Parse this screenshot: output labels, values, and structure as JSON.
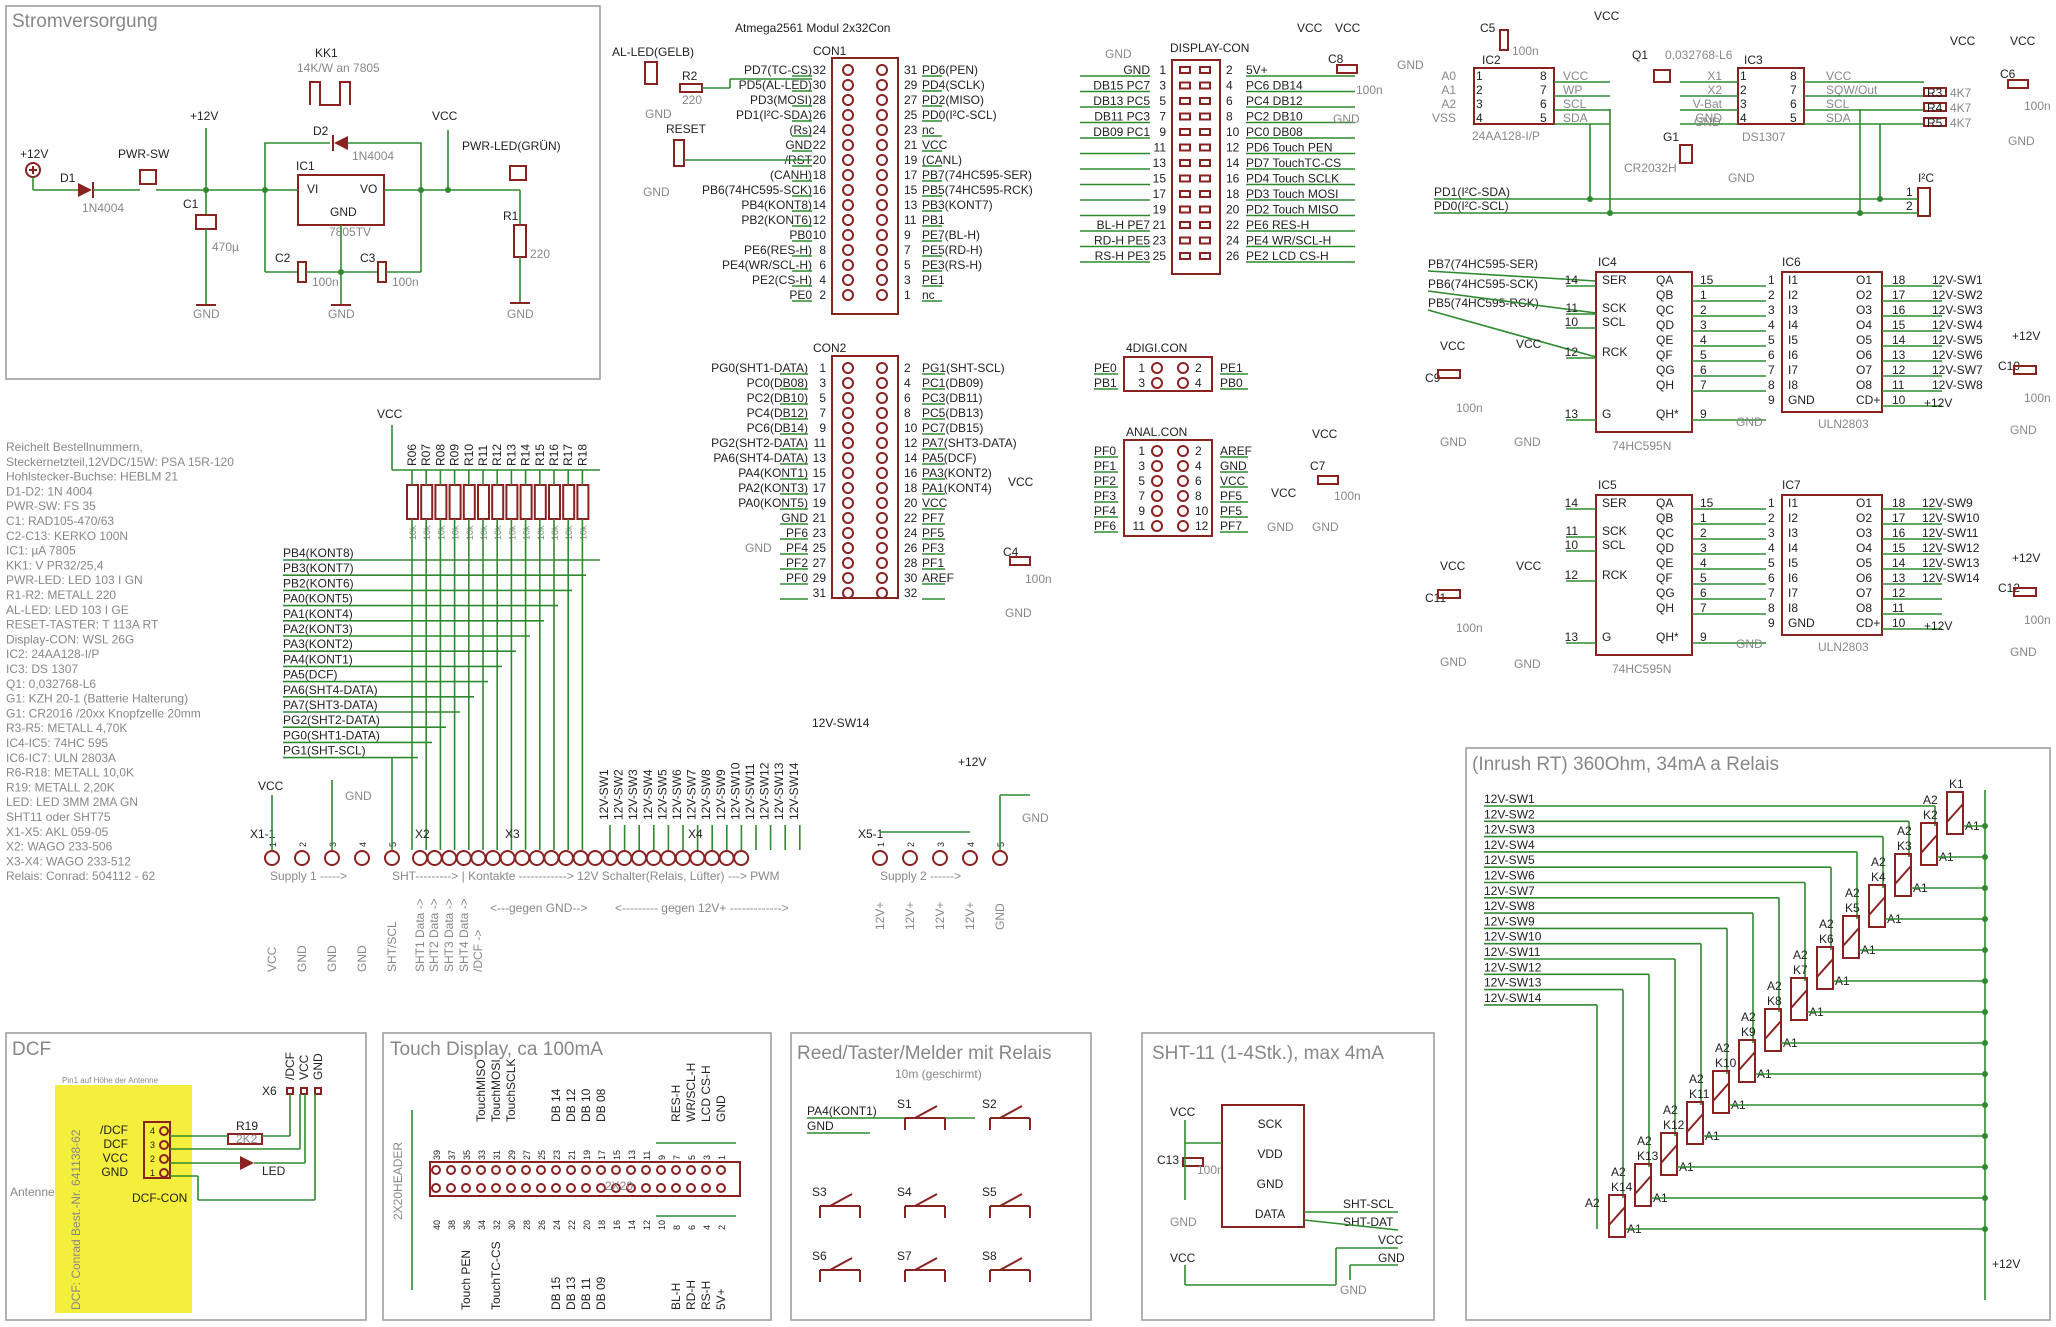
{
  "frames": [
    {
      "id": "power",
      "title": "Stromversorgung"
    },
    {
      "id": "dcf",
      "title": "DCF"
    },
    {
      "id": "touch",
      "title": "Touch Display, ca 100mA"
    },
    {
      "id": "reed",
      "title": "Reed/Taster/Melder mit Relais"
    },
    {
      "id": "sht",
      "title": "SHT-11 (1-4Stk.), max 4mA"
    },
    {
      "id": "relay",
      "title": "(Inrush RT) 360Ohm, 34mA a Relais"
    }
  ],
  "power": {
    "plus12": "+12V",
    "d1": "D1",
    "d1v": "1N4004",
    "pwrsw": "PWR-SW",
    "c1": "C1",
    "c1v": "470µ",
    "kk1": "KK1",
    "kk1v": "14K/W an 7805",
    "d2": "D2",
    "d2v": "1N4004",
    "ic1": "IC1",
    "vi": "VI",
    "vo": "VO",
    "gnd": "GND",
    "ic1v": "7805TV",
    "c2": "C2",
    "c2v": "100n",
    "c3": "C3",
    "c3v": "100n",
    "vcc": "VCC",
    "pwrled": "PWR-LED(GRÜN)",
    "r1": "R1",
    "r1v": "220",
    "plus12b": "+12V"
  },
  "bom": [
    "Reichelt Bestellnummern,",
    "Steckernetzteil,12VDC/15W: PSA 15R-120",
    "Hohlstecker-Buchse: HEBLM 21",
    "D1-D2: 1N 4004",
    "PWR-SW: FS 35",
    "C1: RAD105-470/63",
    "C2-C13: KERKO 100N",
    "IC1: µA 7805",
    "KK1: V PR32/25,4",
    "PWR-LED: LED 103 I GN",
    "R1-R2: METALL 220",
    "AL-LED: LED 103 I GE",
    "RESET-TASTER: T 113A RT",
    "Display-CON: WSL 26G",
    "IC2: 24AA128-I/P",
    "IC3: DS 1307",
    "Q1: 0,032768-L6",
    "G1: KZH 20-1 (Batterie Halterung)",
    "G1: CR2016 /20xx Knopfzelle 20mm",
    "R3-R5: METALL 4,70K",
    "IC4-IC5: 74HC 595",
    "IC6-IC7: ULN 2803A",
    "R6-R18: METALL 10,0K",
    "R19: METALL 2,20K",
    "LED: LED 3MM 2MA GN",
    "SHT11 oder SHT75",
    "X1-X5: AKL 059-05",
    "X2: WAGO 233-506",
    "X3-X4: WAGO 233-512",
    "Relais: Conrad: 504112 - 62"
  ],
  "con1": {
    "title": "Atmega2561 Modul 2x32Con",
    "name": "CON1",
    "al_led": "AL-LED(GELB)",
    "r2": "R2",
    "r2v": "220",
    "reset": "RESET",
    "left": [
      [
        "PD7(TC-CS)",
        "32"
      ],
      [
        "PD5(AL-LED)",
        "30"
      ],
      [
        "PD3(MOSI)",
        "28"
      ],
      [
        "PD1(I²C-SDA)",
        "26"
      ],
      [
        "(Rs)",
        "24"
      ],
      [
        "GND",
        "22"
      ],
      [
        "/RST",
        "20"
      ],
      [
        "(CANH)",
        "18"
      ],
      [
        "PB6(74HC595-SCK)",
        "16"
      ],
      [
        "PB4(KONT8)",
        "14"
      ],
      [
        "PB2(KONT6)",
        "12"
      ],
      [
        "PB0",
        "10"
      ],
      [
        "PE6(RES-H)",
        "8"
      ],
      [
        "PE4(WR/SCL-H)",
        "6"
      ],
      [
        "PE2(CS-H)",
        "4"
      ],
      [
        "PE0",
        "2"
      ]
    ],
    "right": [
      [
        "31",
        "PD6(PEN)"
      ],
      [
        "29",
        "PD4(SCLK)"
      ],
      [
        "27",
        "PD2(MISO)"
      ],
      [
        "25",
        "PD0(I²C-SCL)"
      ],
      [
        "23",
        "nc"
      ],
      [
        "21",
        "VCC"
      ],
      [
        "19",
        "(CANL)"
      ],
      [
        "17",
        "PB7(74HC595-SER)"
      ],
      [
        "15",
        "PB5(74HC595-RCK)"
      ],
      [
        "13",
        "PB3(KONT7)"
      ],
      [
        "11",
        "PB1"
      ],
      [
        "9",
        "PE7(BL-H)"
      ],
      [
        "7",
        "PE5(RD-H)"
      ],
      [
        "5",
        "PE3(RS-H)"
      ],
      [
        "3",
        "PE1"
      ],
      [
        "1",
        "nc"
      ]
    ]
  },
  "con2": {
    "name": "CON2",
    "vcc": "VCC",
    "c4": "C4",
    "c4v": "100n",
    "gnd": "GND",
    "left": [
      [
        "PG0(SHT1-DATA)",
        "1"
      ],
      [
        "PC0(DB08)",
        "3"
      ],
      [
        "PC2(DB10)",
        "5"
      ],
      [
        "PC4(DB12)",
        "7"
      ],
      [
        "PC6(DB14)",
        "9"
      ],
      [
        "PG2(SHT2-DATA)",
        "11"
      ],
      [
        "PA6(SHT4-DATA)",
        "13"
      ],
      [
        "PA4(KONT1)",
        "15"
      ],
      [
        "PA2(KONT3)",
        "17"
      ],
      [
        "PA0(KONT5)",
        "19"
      ],
      [
        "GND",
        "21"
      ],
      [
        "PF6",
        "23"
      ],
      [
        "PF4",
        "25"
      ],
      [
        "PF2",
        "27"
      ],
      [
        "PF0",
        "29"
      ],
      [
        "",
        "31"
      ]
    ],
    "right": [
      [
        "2",
        "PG1(SHT-SCL)"
      ],
      [
        "4",
        "PC1(DB09)"
      ],
      [
        "6",
        "PC3(DB11)"
      ],
      [
        "8",
        "PC5(DB13)"
      ],
      [
        "10",
        "PC7(DB15)"
      ],
      [
        "12",
        "PA7(SHT3-DATA)"
      ],
      [
        "14",
        "PA5(DCF)"
      ],
      [
        "16",
        "PA3(KONT2)"
      ],
      [
        "18",
        "PA1(KONT4)"
      ],
      [
        "20",
        "VCC"
      ],
      [
        "22",
        "PF7"
      ],
      [
        "24",
        "PF5"
      ],
      [
        "26",
        "PF3"
      ],
      [
        "28",
        "PF1"
      ],
      [
        "30",
        "AREF"
      ],
      [
        "32",
        ""
      ]
    ]
  },
  "display": {
    "title": "DISPLAY-CON",
    "gnd": "GND",
    "vcc": "VCC",
    "c8": "C8",
    "c8v": "100n",
    "left": [
      [
        "GND",
        "1"
      ],
      [
        "DB15 PC7",
        "3"
      ],
      [
        "DB13 PC5",
        "5"
      ],
      [
        "DB11 PC3",
        "7"
      ],
      [
        "DB09 PC1",
        "9"
      ],
      [
        "",
        "11"
      ],
      [
        "",
        "13"
      ],
      [
        "",
        "15"
      ],
      [
        "",
        "17"
      ],
      [
        "",
        "19"
      ],
      [
        "BL-H PE7",
        "21"
      ],
      [
        "RD-H PE5",
        "23"
      ],
      [
        "RS-H PE3",
        "25"
      ]
    ],
    "right": [
      [
        "2",
        "5V+"
      ],
      [
        "4",
        "PC6 DB14"
      ],
      [
        "6",
        "PC4 DB12"
      ],
      [
        "8",
        "PC2 DB10"
      ],
      [
        "10",
        "PC0 DB08"
      ],
      [
        "12",
        "PD6 Touch PEN"
      ],
      [
        "14",
        "PD7 TouchTC-CS"
      ],
      [
        "16",
        "PD4 Touch SCLK"
      ],
      [
        "18",
        "PD3 Touch MOSI"
      ],
      [
        "20",
        "PD2 Touch MISO"
      ],
      [
        "22",
        "PE6 RES-H"
      ],
      [
        "24",
        "PE4 WR/SCL-H"
      ],
      [
        "26",
        "PE2 LCD CS-H"
      ]
    ]
  },
  "digi": {
    "title": "4DIGI.CON",
    "rows": [
      [
        "PE0",
        "1",
        "2",
        "PE1"
      ],
      [
        "PB1",
        "3",
        "4",
        "PB0"
      ]
    ]
  },
  "anal": {
    "title": "ANAL.CON",
    "vcc": "VCC",
    "c7": "C7",
    "c7v": "100n",
    "gnd": "GND",
    "rows": [
      [
        "PF0",
        "1",
        "2",
        "AREF"
      ],
      [
        "PF1",
        "3",
        "4",
        "GND"
      ],
      [
        "PF2",
        "5",
        "6",
        "VCC"
      ],
      [
        "PF3",
        "7",
        "8",
        "PF5"
      ],
      [
        "PF4",
        "9",
        "10",
        "PF5"
      ],
      [
        "PF6",
        "11",
        "12",
        "PF7"
      ]
    ]
  },
  "eeprom": {
    "c5": "C5",
    "c5v": "100n",
    "vcc": "VCC",
    "gnd": "GND",
    "ic2": "IC2",
    "pins_l": [
      [
        "A0",
        "1"
      ],
      [
        "A1",
        "2"
      ],
      [
        "A2",
        "3"
      ],
      [
        "VSS",
        "4"
      ]
    ],
    "pins_r": [
      [
        "8",
        "VCC"
      ],
      [
        "7",
        "WP"
      ],
      [
        "6",
        "SCL"
      ],
      [
        "5",
        "SDA"
      ]
    ],
    "ic2v": "24AA128-I/P",
    "q1": "Q1",
    "q1v": "0,032768-L6",
    "ic3": "IC3",
    "ic3l": [
      [
        "X1",
        "1"
      ],
      [
        "X2",
        "2"
      ],
      [
        "V-Bat",
        "3"
      ],
      [
        "GND",
        "4"
      ]
    ],
    "ic3r": [
      [
        "8",
        "VCC"
      ],
      [
        "7",
        "SQW/Out"
      ],
      [
        "6",
        "SCL"
      ],
      [
        "5",
        "SDA"
      ]
    ],
    "ic3v": "DS1307",
    "g1": "G1",
    "g1v": "CR2032H",
    "r3": "R3",
    "r4": "R4",
    "r5": "R5",
    "rv": "4K7",
    "c6": "C6",
    "c6v": "100n",
    "i2c": "I²C",
    "sda": "PD1(I²C-SDA)",
    "scl": "PD0(I²C-SCL)",
    "p1": "1",
    "p2": "2"
  },
  "shift": {
    "ser": "PB7(74HC595-SER)",
    "sck": "PB6(74HC595-SCK)",
    "rck": "PB5(74HC595-RCK)",
    "ic4": "IC4",
    "ic5": "IC5",
    "ic6": "IC6",
    "ic7": "IC7",
    "hcv": "74HC595N",
    "ulnv": "ULN2803",
    "hcl": [
      [
        "14",
        "SER"
      ],
      [
        "11",
        "SCK"
      ],
      [
        "10",
        "SCL"
      ],
      [
        "12",
        "RCK"
      ],
      [
        "13",
        "G"
      ]
    ],
    "hcr": [
      [
        "QA",
        "15"
      ],
      [
        "QB",
        "1"
      ],
      [
        "QC",
        "2"
      ],
      [
        "QD",
        "3"
      ],
      [
        "QE",
        "4"
      ],
      [
        "QF",
        "5"
      ],
      [
        "QG",
        "6"
      ],
      [
        "QH",
        "7"
      ],
      [
        "QH*",
        "9"
      ]
    ],
    "ulnl": [
      [
        "1",
        "I1"
      ],
      [
        "2",
        "I2"
      ],
      [
        "3",
        "I3"
      ],
      [
        "4",
        "I4"
      ],
      [
        "5",
        "I5"
      ],
      [
        "6",
        "I6"
      ],
      [
        "7",
        "I7"
      ],
      [
        "8",
        "I8"
      ],
      [
        "9",
        "GND"
      ]
    ],
    "ulnr": [
      [
        "O1",
        "18"
      ],
      [
        "O2",
        "17"
      ],
      [
        "O3",
        "16"
      ],
      [
        "O4",
        "15"
      ],
      [
        "O5",
        "14"
      ],
      [
        "O6",
        "13"
      ],
      [
        "O7",
        "12"
      ],
      [
        "O8",
        "11"
      ],
      [
        "CD+",
        "10"
      ]
    ],
    "out1": [
      "12V-SW1",
      "12V-SW2",
      "12V-SW3",
      "12V-SW4",
      "12V-SW5",
      "12V-SW6",
      "12V-SW7",
      "12V-SW8"
    ],
    "out2": [
      "12V-SW9",
      "12V-SW10",
      "12V-SW11",
      "12V-SW12",
      "12V-SW13",
      "12V-SW14"
    ],
    "vcc": "VCC",
    "gnd": "GND",
    "c9": "C9",
    "c10": "C10",
    "c11": "C11",
    "c12": "C12",
    "cv": "100n",
    "p12": "+12V"
  },
  "resnet": {
    "vcc": "VCC",
    "labels": [
      "R06",
      "R07",
      "R08",
      "R09",
      "R10",
      "R11",
      "R12",
      "R13",
      "R14",
      "R15",
      "R16",
      "R17",
      "R18"
    ],
    "val": "10k",
    "sigs": [
      "PB4(KONT8)",
      "PB3(KONT7)",
      "PB2(KONT6)",
      "PA0(KONT5)",
      "PA1(KONT4)",
      "PA2(KONT3)",
      "PA3(KONT2)",
      "PA4(KONT1)",
      "PA5(DCF)",
      "PA6(SHT4-DATA)",
      "PA7(SHT3-DATA)",
      "PG2(SHT2-DATA)",
      "PG0(SHT1-DATA)",
      "PG1(SHT-SCL)"
    ],
    "sw_title": "12V-SW14",
    "sw": [
      "12V-SW1",
      "12V-SW2",
      "12V-SW3",
      "12V-SW4",
      "12V-SW5",
      "12V-SW6",
      "12V-SW7",
      "12V-SW8",
      "12V-SW9",
      "12V-SW10",
      "12V-SW11",
      "12V-SW12",
      "12V-SW13",
      "12V-SW14"
    ]
  },
  "terminals": {
    "x1": "X1-1",
    "x2": "X2",
    "x3": "X3",
    "x4": "X4",
    "x5": "X5-1",
    "vcc": "VCC",
    "gnd": "GND",
    "p12": "+12V",
    "supply1": "Supply 1 ----->",
    "sht": "SHT---------> |  Kontakte ------------> 12V Schalter(Relais, Lüfter) ---> PWM",
    "supply2": "Supply 2 ------>",
    "gegengnd": "<---gegen GND-->",
    "gegen12": "<--------- gegen 12V+ ------------->",
    "pins": [
      "1",
      "2",
      "3",
      "4",
      "5"
    ],
    "bottom": [
      "VCC",
      "GND",
      "GND",
      "GND",
      "SHT/SCL",
      "SHT1 Data ->",
      "SHT2 Data ->",
      "SHT3 Data ->",
      "SHT4 Data ->",
      "/DCF ->"
    ],
    "bottom2": [
      "12V+",
      "12V+",
      "12V+",
      "12V+",
      "GND"
    ]
  },
  "dcf": {
    "pin1": "Pin1 auf Höhe der Antenne",
    "side": "DCF: Conrad Best.-Nr. 641138-62",
    "antenne": "Antenne",
    "pins": [
      [
        "/DCF",
        "4"
      ],
      [
        "DCF",
        "3"
      ],
      [
        "VCC",
        "2"
      ],
      [
        "GND",
        "1"
      ]
    ],
    "con": "DCF-CON",
    "r19": "R19",
    "r19v": "2K2",
    "led": "LED",
    "x6": "X6",
    "x6p": [
      "/DCF",
      "VCC",
      "GND"
    ]
  },
  "touch": {
    "top": [
      "TouchMISO",
      "TouchMOSI",
      "TouchSCLK",
      "DB 14",
      "DB 12",
      "DB 10",
      "DB 08",
      "RES-H",
      "WR/SCL-H",
      "LCD CS-H",
      "GND"
    ],
    "topn": [
      "39",
      "37",
      "35",
      "33",
      "31",
      "29",
      "27",
      "25",
      "23",
      "21",
      "19",
      "17",
      "15",
      "13",
      "11",
      "9",
      "7",
      "5",
      "3",
      "1"
    ],
    "botn": [
      "40",
      "38",
      "36",
      "34",
      "32",
      "30",
      "28",
      "26",
      "24",
      "22",
      "20",
      "18",
      "16",
      "14",
      "12",
      "10",
      "8",
      "6",
      "4",
      "2"
    ],
    "bot": [
      "Touch PEN",
      "TouchTC-CS",
      "DB 15",
      "DB 13",
      "DB 11",
      "DB 09",
      "BL-H",
      "RD-H",
      "RS-H",
      "5V+"
    ],
    "hdr": "2X20HEADER",
    "name": "2X20"
  },
  "reed": {
    "sub": "10m (geschirmt)",
    "sig": "PA4(KONT1)",
    "gnd": "GND",
    "sw": [
      "S1",
      "S2",
      "S3",
      "S4",
      "S5",
      "S6",
      "S7",
      "S8"
    ]
  },
  "sht": {
    "vcc": "VCC",
    "c13": "C13",
    "c13v": "100n",
    "gnd": "GND",
    "pins": [
      "SCK",
      "VDD",
      "GND",
      "DATA"
    ],
    "scl": "SHT-SCL",
    "dat": "SHT-DAT"
  },
  "relays": {
    "labels": [
      "12V-SW1",
      "12V-SW2",
      "12V-SW3",
      "12V-SW4",
      "12V-SW5",
      "12V-SW6",
      "12V-SW7",
      "12V-SW8",
      "12V-SW9",
      "12V-SW10",
      "12V-SW11",
      "12V-SW12",
      "12V-SW13",
      "12V-SW14"
    ],
    "k": [
      "K1",
      "K2",
      "K3",
      "K4",
      "K5",
      "K6",
      "K7",
      "K8",
      "K9",
      "K10",
      "K11",
      "K12",
      "K13",
      "K14"
    ],
    "a1": "A1",
    "a2": "A2",
    "p12": "+12V"
  },
  "colors": {
    "wire": "#2f8a2f",
    "component": "#8a2222",
    "frame": "#999999",
    "text": "#222222",
    "note": "#888888",
    "highlight": "#f4ee3c"
  }
}
